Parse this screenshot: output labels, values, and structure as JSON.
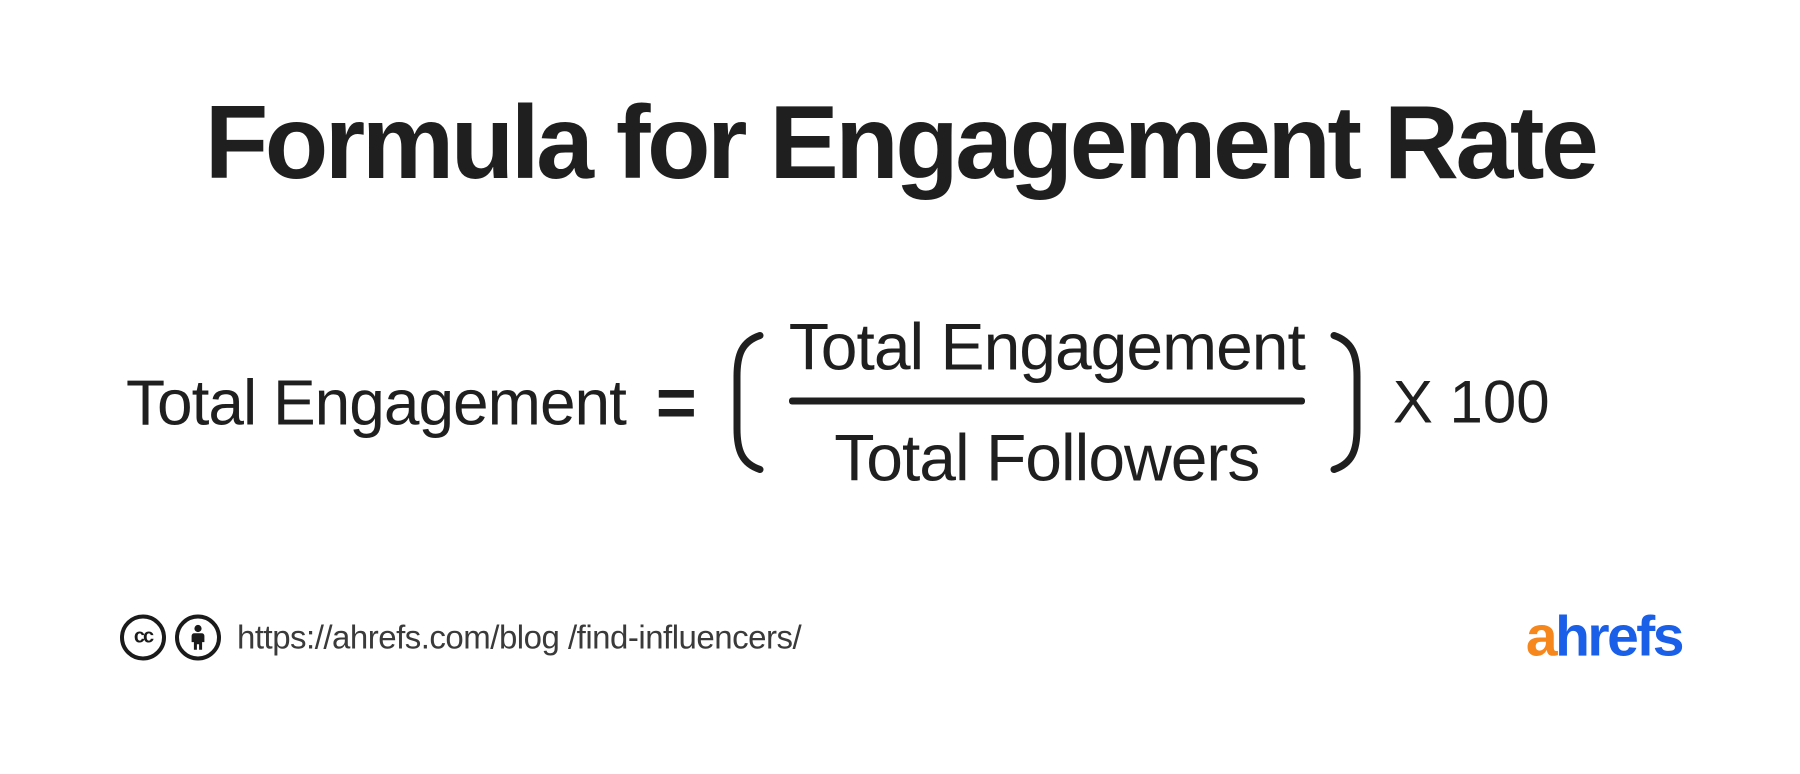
{
  "title": "Formula for Engagement Rate",
  "formula": {
    "lhs": "Total Engagement",
    "equals_sign": "=",
    "numerator": "Total Engagement",
    "denominator": "Total Followers",
    "multiplier": "X 100"
  },
  "footer": {
    "license": {
      "cc_icon": "creative-commons-circle-icon",
      "cc_label": "cc",
      "by_icon": "attribution-person-icon"
    },
    "url": "https://ahrefs.com/blog /find-influencers/",
    "logo": {
      "text_orange": "a",
      "text_blue": "hrefs"
    }
  },
  "colors": {
    "background": "#ffffff",
    "text": "#1f1f1f",
    "url_text": "#3a3a3a",
    "logo_orange": "#f6871d",
    "logo_blue": "#1a5fe8"
  }
}
